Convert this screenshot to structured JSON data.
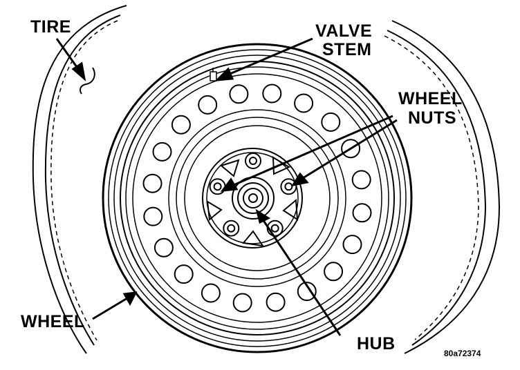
{
  "labels": {
    "tire": "TIRE",
    "valve_stem_line1": "VALVE",
    "valve_stem_line2": "STEM",
    "wheel_nuts_line1": "WHEEL",
    "wheel_nuts_line2": "NUTS",
    "wheel": "WHEEL",
    "hub": "HUB",
    "figure_code": "80a72374"
  },
  "colors": {
    "ink": "#000000",
    "paper": "#ffffff"
  }
}
